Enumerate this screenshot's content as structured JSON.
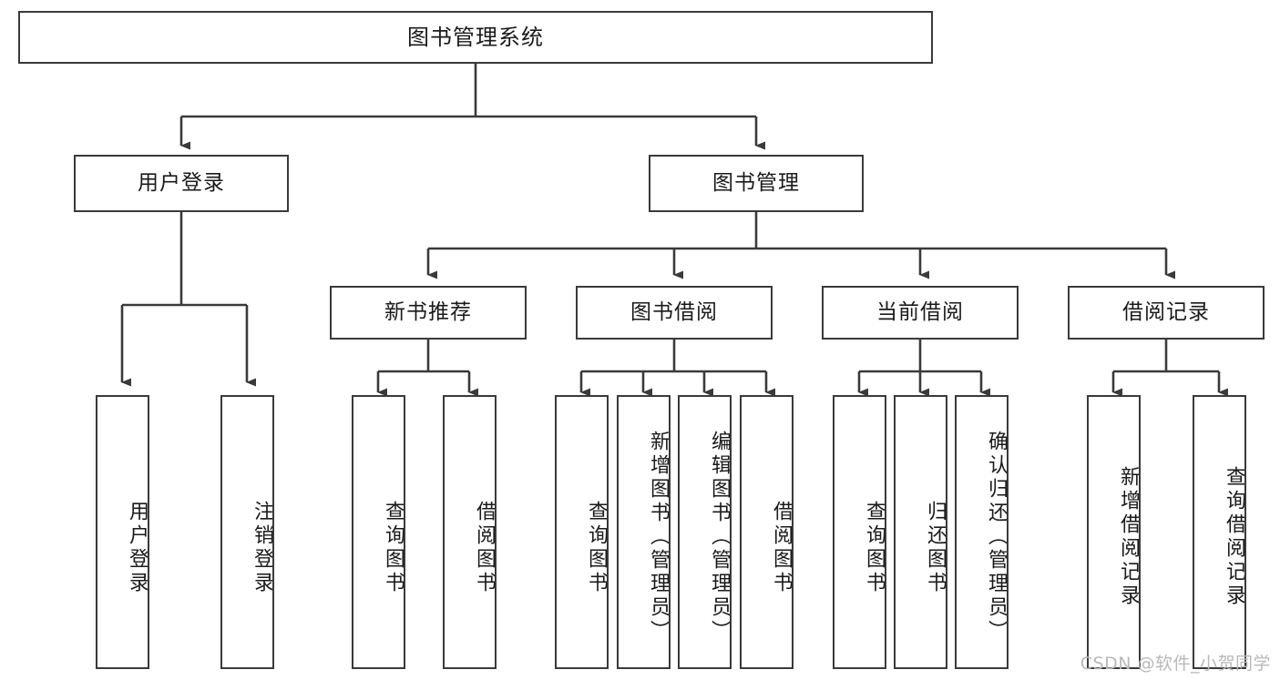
{
  "diagram": {
    "title": "图书管理系统",
    "type": "hierarchy-tree",
    "watermark": "CSDN @软件_小贺同学",
    "colors": {
      "box_border": "#3a3a3a",
      "box_fill": "#ffffff",
      "connector": "#3a3a3a",
      "text": "#1a1a1a",
      "watermark": "#b9b9b9"
    },
    "root": {
      "label": "图书管理系统"
    },
    "level2": [
      {
        "id": "user-login",
        "label": "用户登录"
      },
      {
        "id": "book-manage",
        "label": "图书管理"
      }
    ],
    "level3": [
      {
        "id": "new-book-rec",
        "label": "新书推荐"
      },
      {
        "id": "book-borrow",
        "label": "图书借阅"
      },
      {
        "id": "current-borrow",
        "label": "当前借阅"
      },
      {
        "id": "borrow-record",
        "label": "借阅记录"
      }
    ],
    "leaves": {
      "user_login": [
        {
          "id": "leaf-user-login",
          "label": "用户登录"
        },
        {
          "id": "leaf-logout",
          "label": "注销登录"
        }
      ],
      "new_book_rec": [
        {
          "id": "leaf-query-book-1",
          "label": "查询图书"
        },
        {
          "id": "leaf-borrow-book-1",
          "label": "借阅图书"
        }
      ],
      "book_borrow": [
        {
          "id": "leaf-query-book-2",
          "label": "查询图书"
        },
        {
          "id": "leaf-add-book",
          "label": "新增图书（管理员）"
        },
        {
          "id": "leaf-edit-book",
          "label": "编辑图书（管理员）"
        },
        {
          "id": "leaf-borrow-book-2",
          "label": "借阅图书"
        }
      ],
      "current_borrow": [
        {
          "id": "leaf-query-book-3",
          "label": "查询图书"
        },
        {
          "id": "leaf-return-book",
          "label": "归还图书"
        },
        {
          "id": "leaf-confirm-return",
          "label": "确认归还（管理员）"
        }
      ],
      "borrow_record": [
        {
          "id": "leaf-add-record",
          "label": "新增借阅记录"
        },
        {
          "id": "leaf-query-record",
          "label": "查询借阅记录"
        }
      ]
    }
  }
}
